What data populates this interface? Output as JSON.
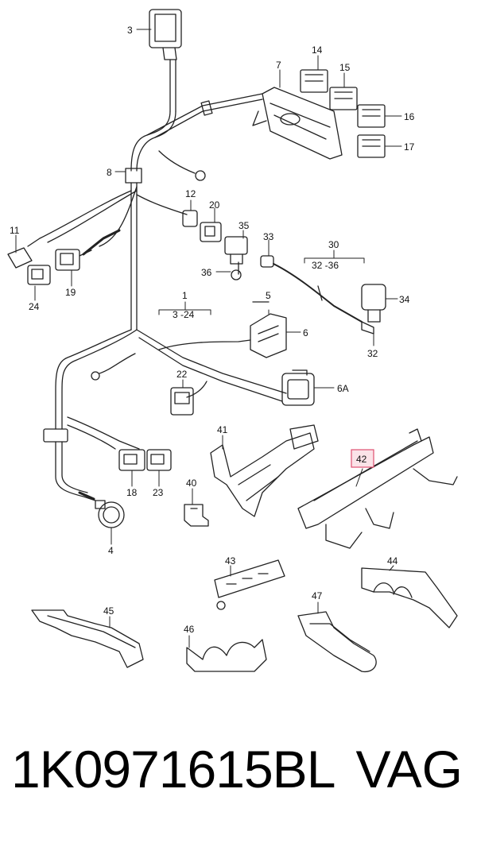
{
  "labels": {
    "l1": "1",
    "l1r": "3 -24",
    "l3": "3",
    "l4": "4",
    "l5": "5",
    "l6": "6",
    "l6a": "6A",
    "l7": "7",
    "l8": "8",
    "l11": "11",
    "l12": "12",
    "l14": "14",
    "l15": "15",
    "l16": "16",
    "l17": "17",
    "l18": "18",
    "l19": "19",
    "l20": "20",
    "l22": "22",
    "l23": "23",
    "l24": "24",
    "l30": "30",
    "l30r": "32 -36",
    "l32": "32",
    "l33": "33",
    "l34": "34",
    "l35": "35",
    "l36": "36",
    "l40": "40",
    "l41": "41",
    "l42": "42",
    "l43": "43",
    "l44": "44",
    "l45": "45",
    "l46": "46",
    "l47": "47"
  },
  "highlight": {
    "item": "42",
    "color": "#e05070"
  },
  "footer": {
    "part_number": "1K0971615BL",
    "brand": "VAG"
  }
}
